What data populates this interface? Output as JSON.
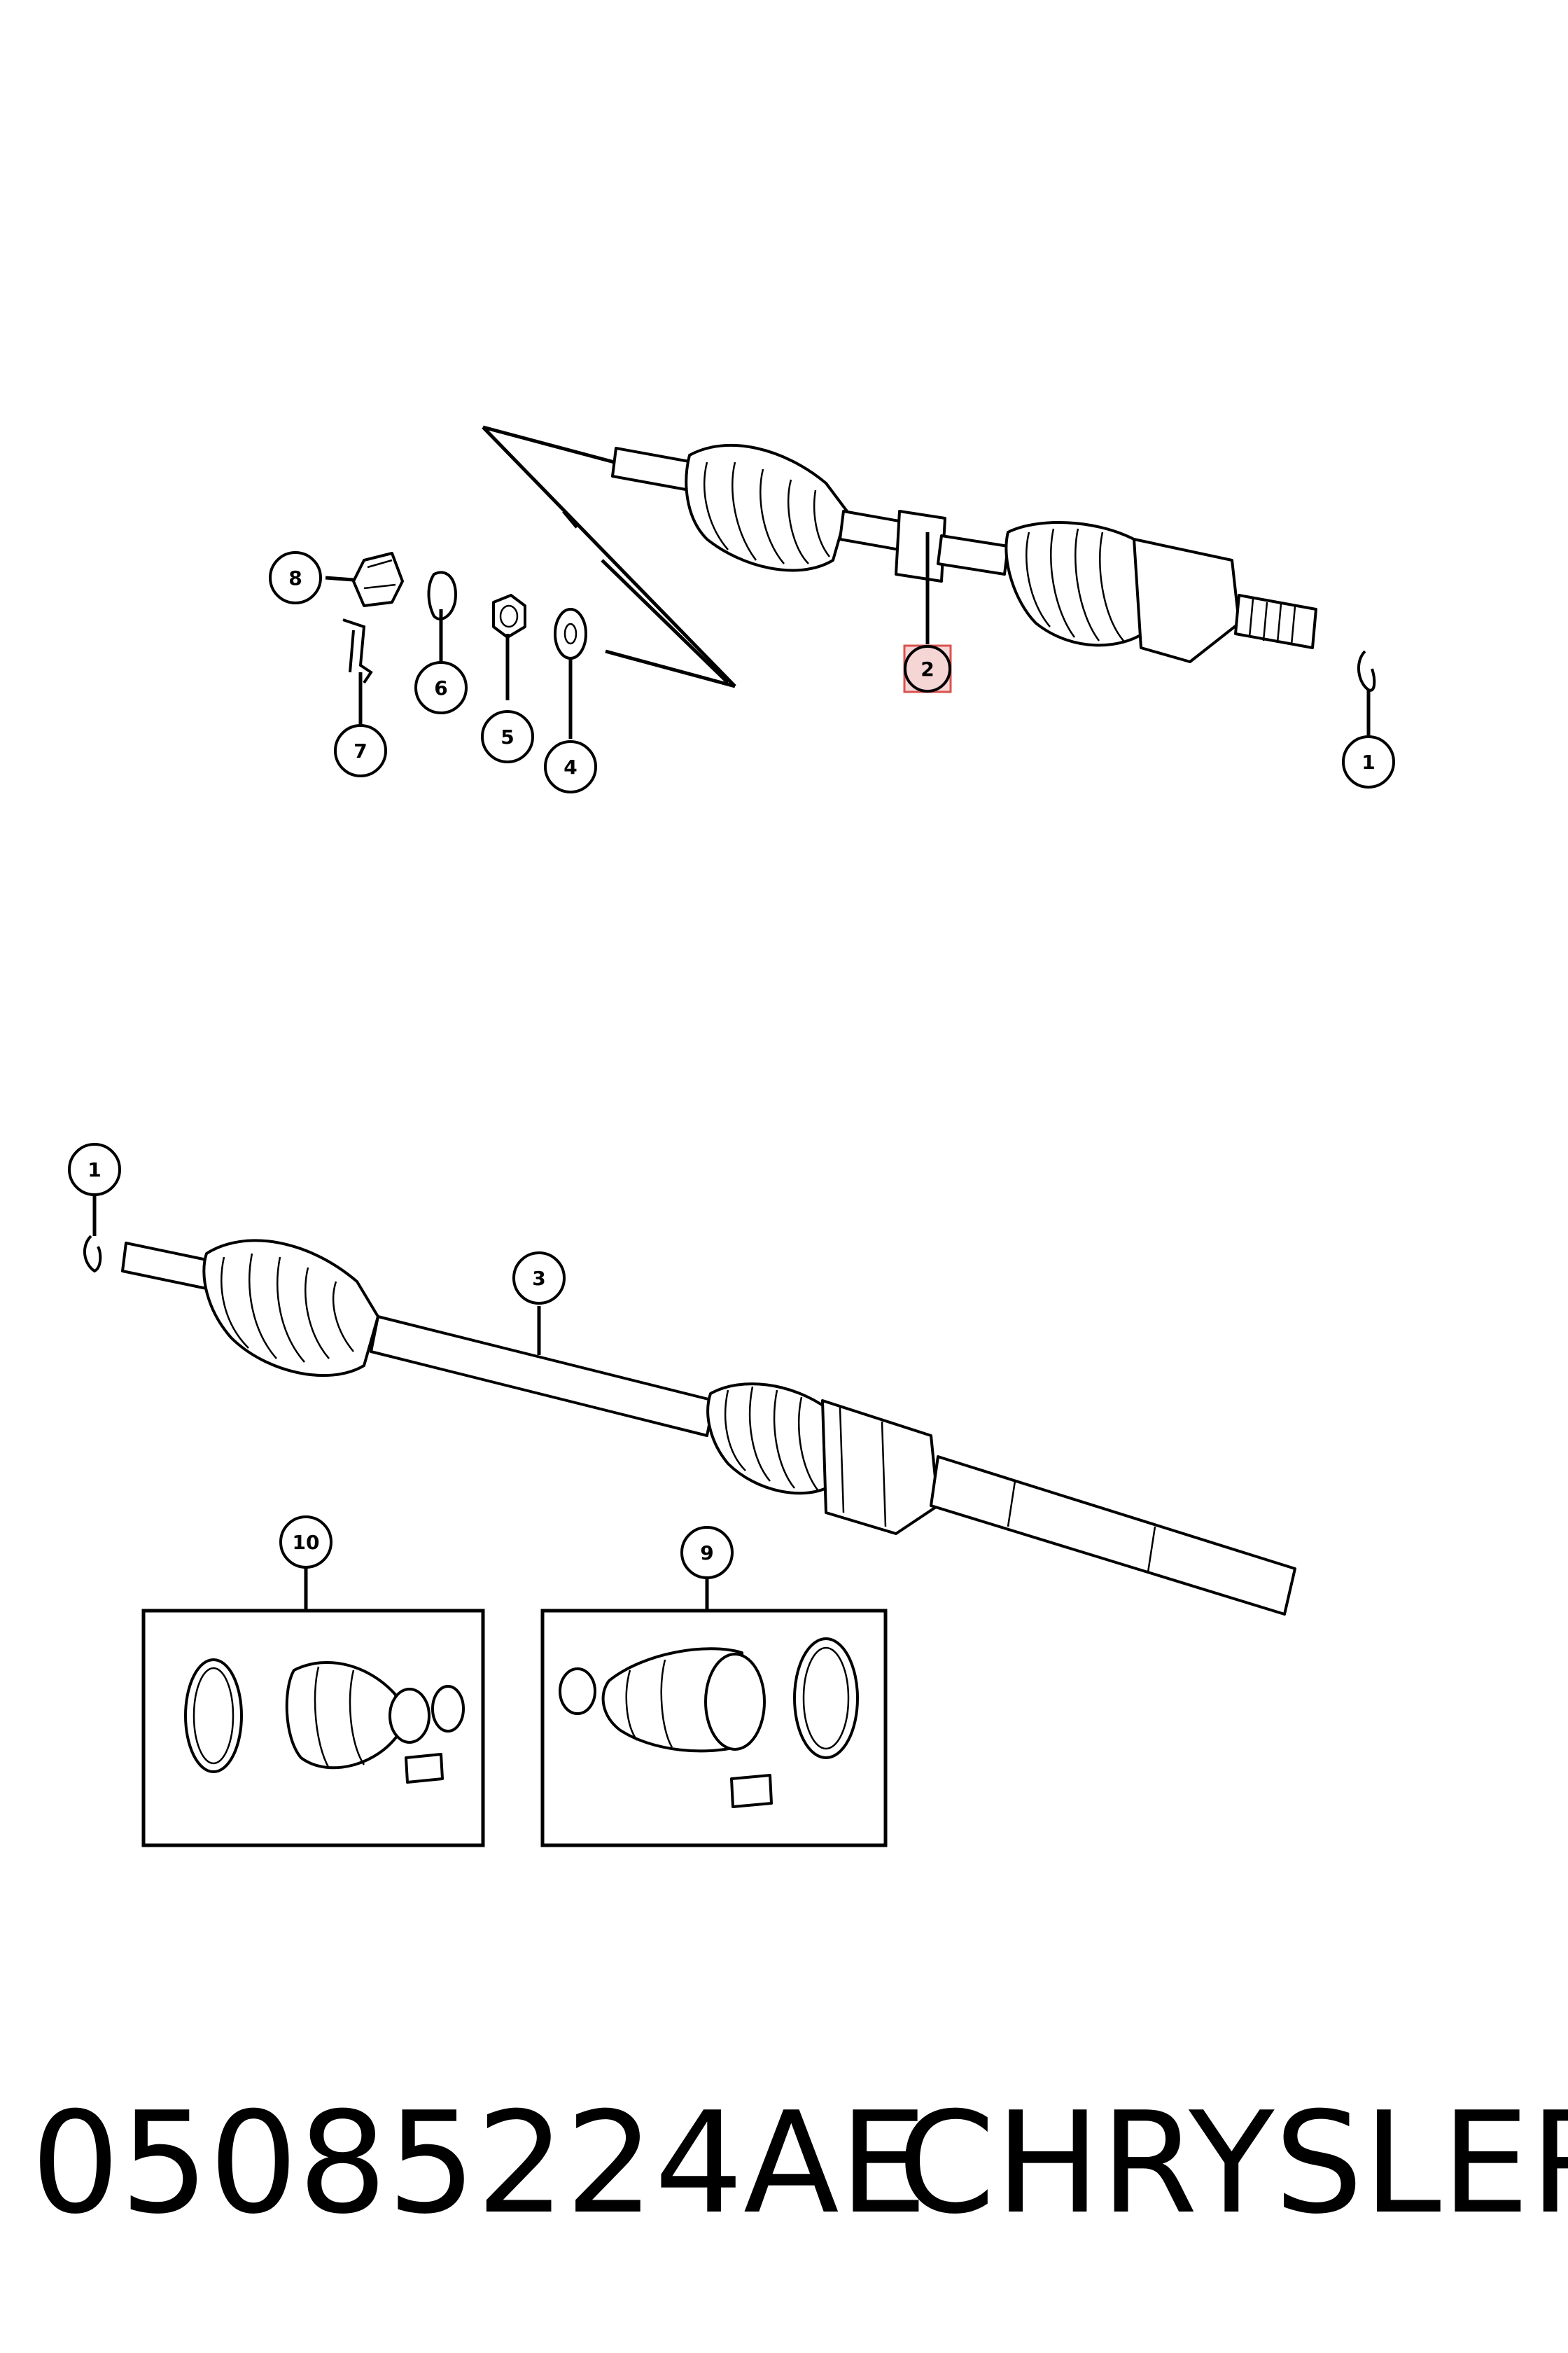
{
  "callouts": {
    "c1a": "1",
    "c1b": "1",
    "c2": "2",
    "c3": "3",
    "c4": "4",
    "c5": "5",
    "c6": "6",
    "c7": "7",
    "c8": "8",
    "c9": "9",
    "c10": "10"
  },
  "highlight_color": "#d9534f",
  "footer": {
    "part_number": "05085224AE",
    "brand": "CHRYSLER"
  }
}
